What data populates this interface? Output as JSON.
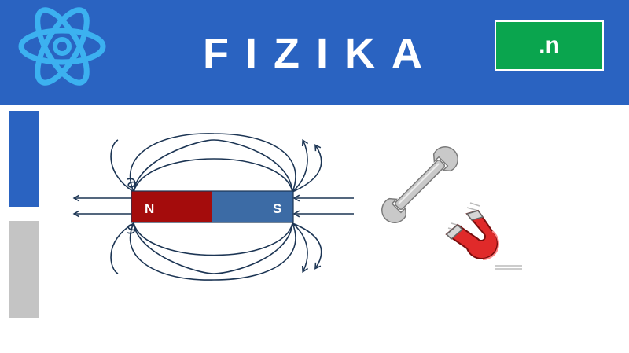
{
  "header": {
    "title": "FIZIKA",
    "badge": ".n",
    "logo_icon": "atom-icon"
  },
  "colors": {
    "header_bg": "#2a63c1",
    "badge_bg": "#0aa54e",
    "atom_outline": "#3cb1f0",
    "north_pole": "#a40c0c",
    "south_pole": "#3c6ba5",
    "field_lines": "#1c3554",
    "sidebar_gray": "#c4c4c4"
  },
  "diagram": {
    "north_label": "N",
    "south_label": "S",
    "icons": [
      "bar-magnet-icon",
      "wrench-icon",
      "horseshoe-magnet-icon"
    ]
  }
}
